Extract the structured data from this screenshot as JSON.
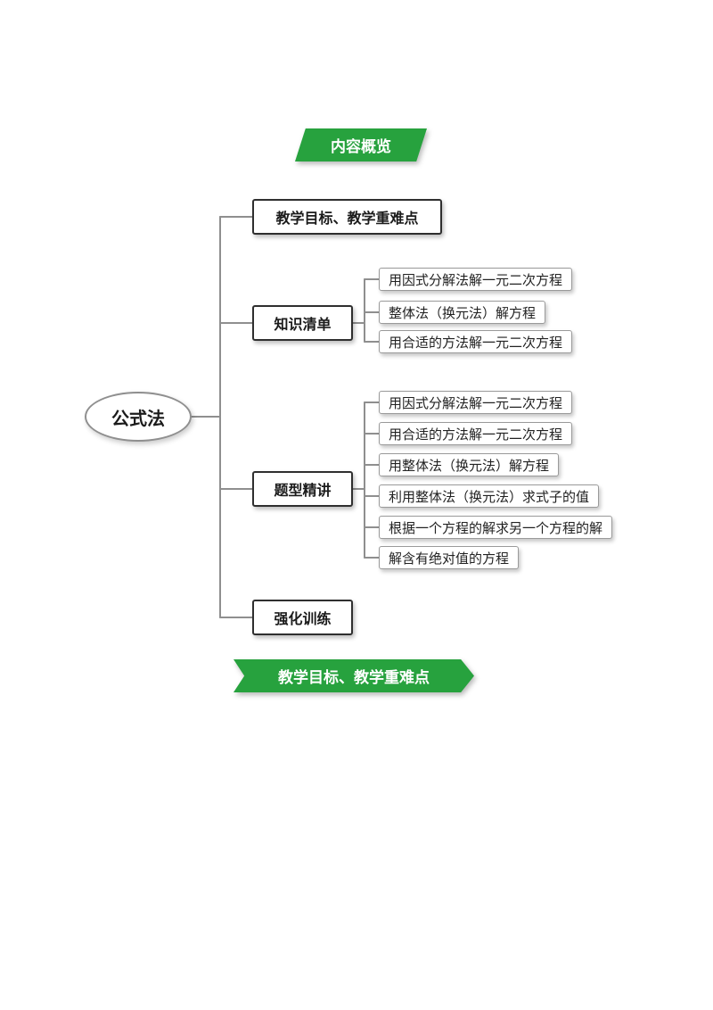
{
  "banners": {
    "top": "内容概览",
    "bottom": "教学目标、教学重难点"
  },
  "root": {
    "label": "公式法"
  },
  "branches": [
    {
      "label": "教学目标、教学重难点",
      "children": []
    },
    {
      "label": "知识清单",
      "children": [
        "用因式分解法解一元二次方程",
        "整体法（换元法）解方程",
        "用合适的方法解一元二次方程"
      ]
    },
    {
      "label": "题型精讲",
      "children": [
        "用因式分解法解一元二次方程",
        "用合适的方法解一元二次方程",
        "用整体法（换元法）解方程",
        "利用整体法（换元法）求式子的值",
        "根据一个方程的解求另一个方程的解",
        "解含有绝对值的方程"
      ]
    },
    {
      "label": "强化训练",
      "children": []
    }
  ],
  "colors": {
    "banner_green": "#27a23e",
    "connector_gray": "#8f8f8f",
    "branch_border": "#2f2f2f",
    "leaf_border": "#9a9a9a"
  }
}
